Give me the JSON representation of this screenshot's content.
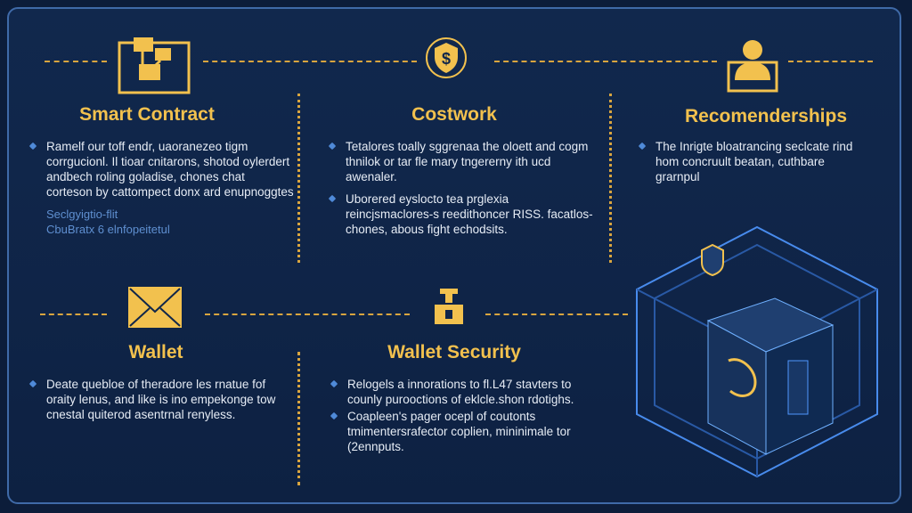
{
  "sections": [
    {
      "title": "Smart Contract",
      "icon": "contract-icon",
      "paragraphs": [
        "Ramelf our toff endr, uaoranezeo tigm corrgucionl. Il tioar cnitarons, shotod oylerdert andbech roling goladise, chones chat corteson by cattompect donx ard enupnoggtes"
      ],
      "subtext": [
        "Seclgyigtio-flit",
        "CbuBratx 6 elnfopeitetul"
      ]
    },
    {
      "title": "Costwork",
      "icon": "dollar-shield-icon",
      "paragraphs": [
        "Tetalores toally sggrenaa the oloett and cogm thnilok or tar fle mary tngererny ith ucd awenaler.",
        "Uborered eyslocto tea prglexia reincjsmaclores-s reedithoncer RISS. facatlos-chones, abous fight echodsits."
      ]
    },
    {
      "title": "Recomenderships",
      "icon": "user-icon",
      "paragraphs": [
        "The Inrigte bloatrancing seclcate rind hom concruult beatan, cuthbare grarnpul"
      ]
    },
    {
      "title": "Wallet",
      "icon": "envelope-icon",
      "paragraphs": [
        "Deate quebloe of theradore les rnatue fof oraity lenus, and like is ino empekonge tow cnestal quiterod asentrnal renyless."
      ]
    },
    {
      "title": "Wallet Security",
      "icon": "lock-icon",
      "paragraphs": [
        "Relogels a innorations to fl.L47 stavters to counly purooctions of eklcle.shon rdotighs.",
        "Coapleen's pager ocepl of coutonts tmimentersrafector coplien, mininimale tor (2ennputs."
      ]
    }
  ],
  "colors": {
    "background": "#0f2447",
    "accent": "#f2c14e",
    "frame": "#3f6aa8"
  }
}
